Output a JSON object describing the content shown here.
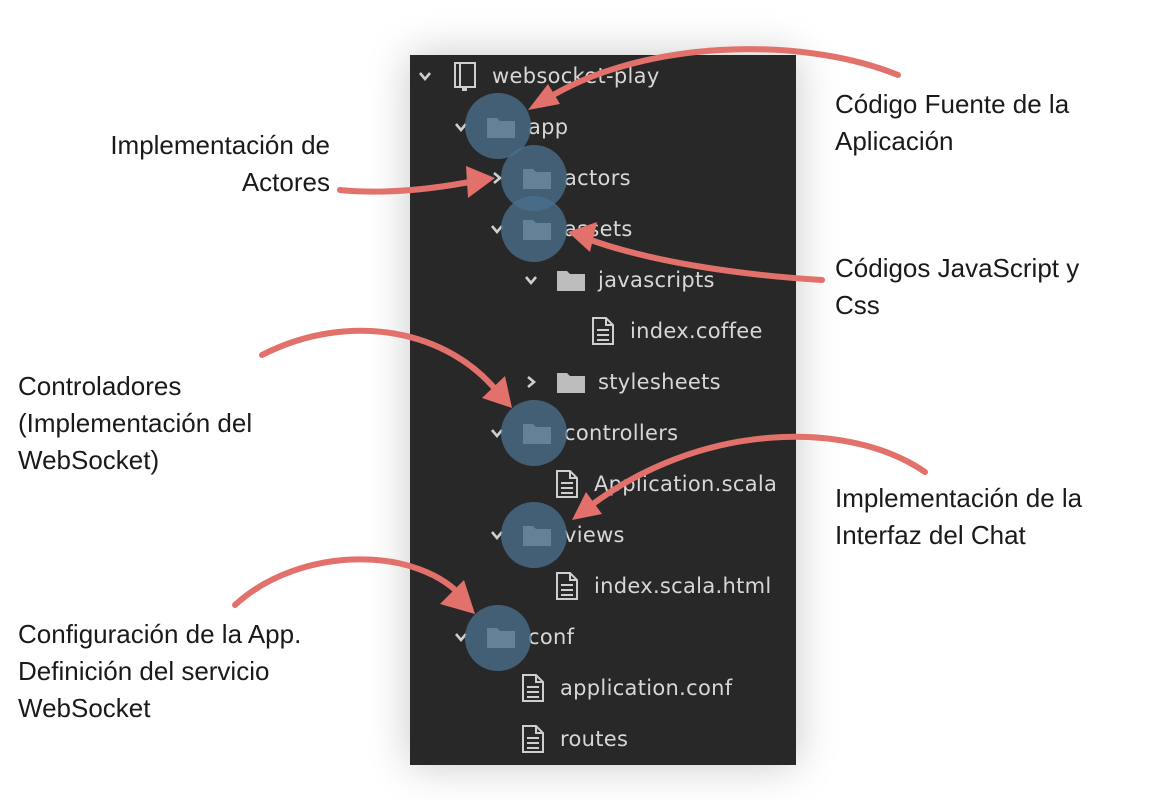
{
  "tree": {
    "root": "websocket-play",
    "app": "app",
    "actors": "actors",
    "assets": "assets",
    "javascripts": "javascripts",
    "index_coffee": "index.coffee",
    "stylesheets": "stylesheets",
    "controllers": "controllers",
    "application_scala": "Application.scala",
    "views": "views",
    "index_scala_html": "index.scala.html",
    "conf": "conf",
    "application_conf": "application.conf",
    "routes": "routes"
  },
  "annotations": {
    "codigo_fuente": [
      "Código Fuente de la",
      "Aplicación"
    ],
    "actores": [
      "Implementación de",
      "Actores"
    ],
    "javascript_css": [
      "Códigos JavaScript y",
      "Css"
    ],
    "controladores": [
      "Controladores",
      "(Implementación del",
      "WebSocket)"
    ],
    "interfaz_chat": [
      "Implementación de la",
      "Interfaz del Chat"
    ],
    "configuracion": [
      "Configuración de la App.",
      "Definición del servicio",
      "WebSocket"
    ]
  },
  "colors": {
    "panel_bg": "#282828",
    "tree_text": "#d7d7d7",
    "folder_icon": "#bdbdbd",
    "highlight_circle": "#4a6f8c",
    "arrow": "#e2706b"
  },
  "icons": {
    "root": "book-icon",
    "folder": "folder-icon",
    "file": "file-icon",
    "expanded": "chevron-down-icon",
    "collapsed": "chevron-right-icon"
  }
}
